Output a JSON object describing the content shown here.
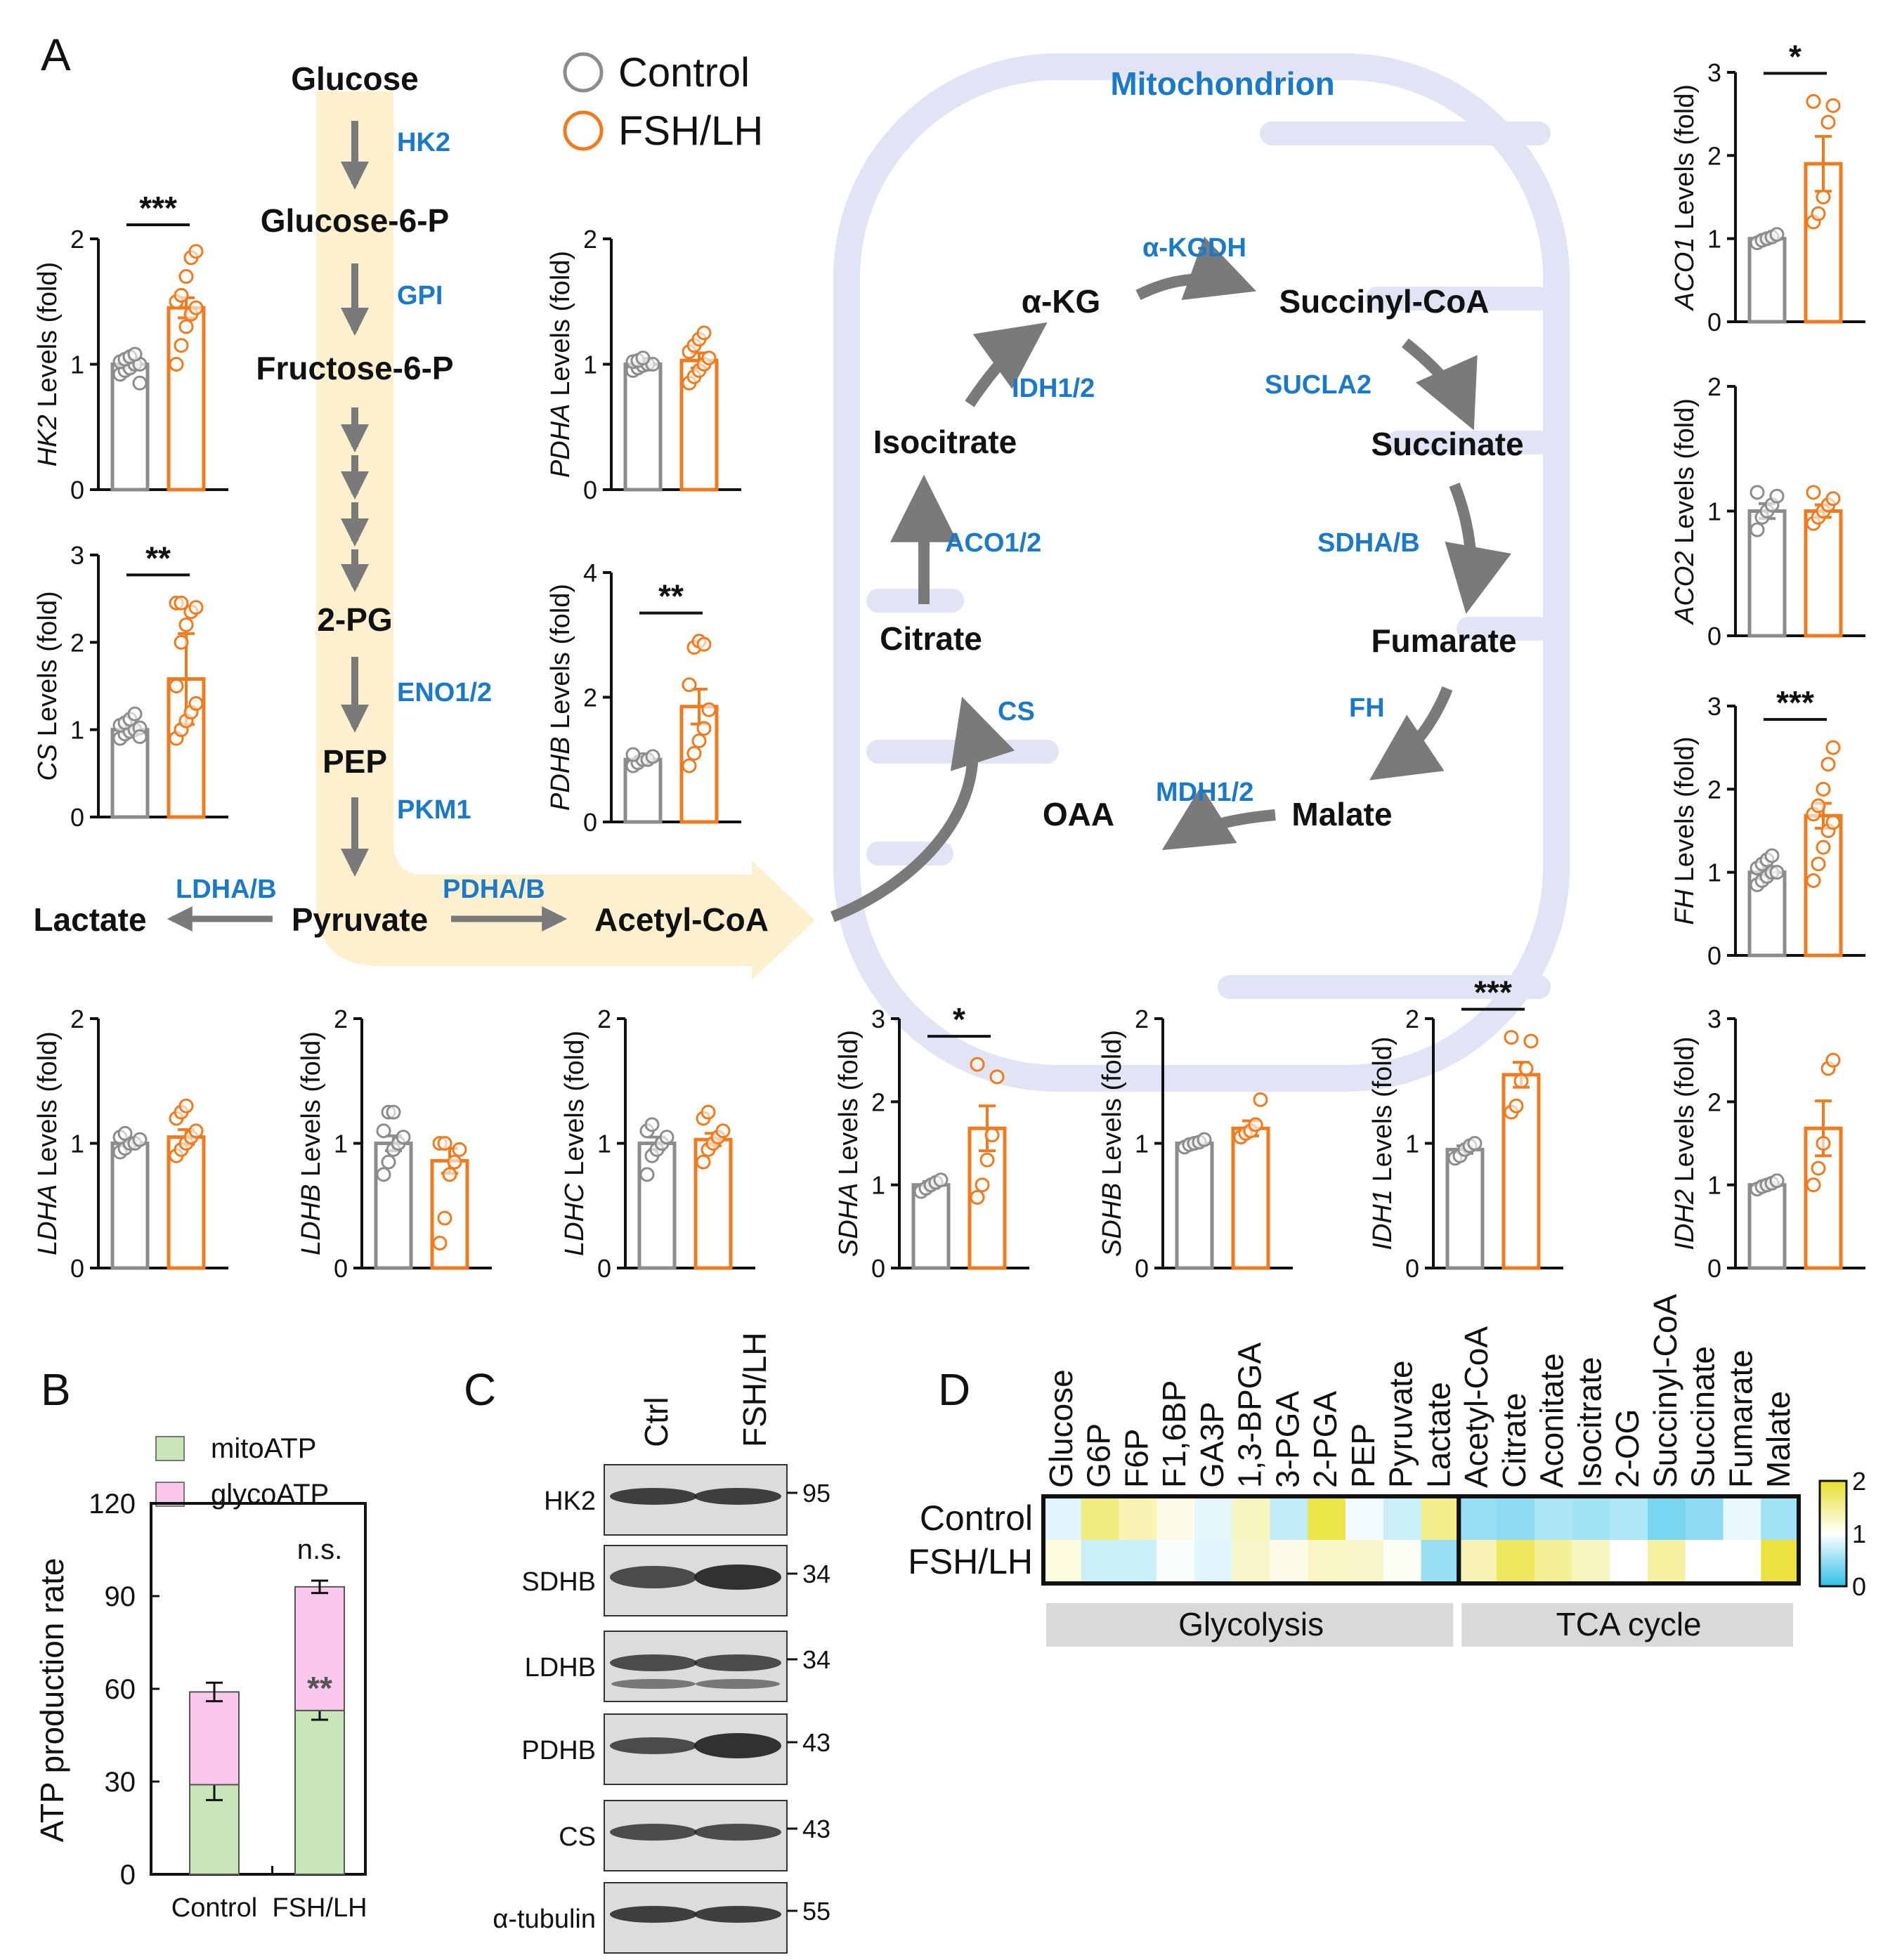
{
  "panels": {
    "a": "A",
    "b": "B",
    "c": "C",
    "d": "D"
  },
  "legend": {
    "control": "Control",
    "fsh": "FSH/LH"
  },
  "colors": {
    "control": "#8c8c8c",
    "fsh": "#f07a1e",
    "enzyme": "#1a7ac8",
    "mito_atp": "#c8e6b8",
    "glyco_atp": "#fac8ec",
    "heat_low": "#2fc0e8",
    "heat_mid": "#ffffff",
    "heat_high": "#e8e02a"
  },
  "pathway": {
    "glucose": "Glucose",
    "hk2": "HK2",
    "g6p": "Glucose-6-P",
    "gpi": "GPI",
    "f6p": "Fructose-6-P",
    "pg2": "2-PG",
    "eno": "ENO1/2",
    "pep": "PEP",
    "pkm1": "PKM1",
    "pyruvate": "Pyruvate",
    "ldh": "LDHA/B",
    "lactate": "Lactate",
    "pdh": "PDHA/B",
    "acetylcoa": "Acetyl-CoA",
    "mito": "Mitochondrion",
    "cs_enz": "CS",
    "citrate": "Citrate",
    "aco": "ACO1/2",
    "isocitrate": "Isocitrate",
    "idh": "IDH1/2",
    "akg": "α-KG",
    "akgdh": "α-KGDH",
    "succinylcoa": "Succinyl-CoA",
    "sucla2": "SUCLA2",
    "succinate": "Succinate",
    "sdh": "SDHA/B",
    "fumarate": "Fumarate",
    "fh_enz": "FH",
    "malate": "Malate",
    "mdh": "MDH1/2",
    "oaa": "OAA"
  },
  "chart_data": [
    {
      "type": "bar",
      "title": "",
      "gene": "HK2",
      "ylabel_suffix": " Levels (fold)",
      "ymax": 2,
      "ticks": [
        0,
        1,
        2
      ],
      "significance": "***",
      "categories": [
        "Control",
        "FSH/LH"
      ],
      "values": [
        1.0,
        1.45
      ],
      "errors": [
        0.03,
        0.08
      ],
      "points": [
        [
          0.92,
          0.95,
          0.97,
          1.0,
          1.0,
          1.02,
          1.04,
          1.06,
          1.08,
          0.85
        ],
        [
          1.0,
          1.15,
          1.3,
          1.4,
          1.45,
          1.5,
          1.55,
          1.7,
          1.85,
          1.9
        ]
      ]
    },
    {
      "type": "bar",
      "title": "",
      "gene": "CS",
      "ylabel_suffix": " Levels (fold)",
      "ymax": 3,
      "ticks": [
        0,
        1,
        2,
        3
      ],
      "significance": "**",
      "categories": [
        "Control",
        "FSH/LH"
      ],
      "values": [
        1.0,
        1.58
      ],
      "errors": [
        0.04,
        0.52
      ],
      "points": [
        [
          0.9,
          0.95,
          0.98,
          1.0,
          1.02,
          1.05,
          1.08,
          1.12,
          1.18,
          0.92
        ],
        [
          0.9,
          1.0,
          1.1,
          1.2,
          1.3,
          1.5,
          2.0,
          2.2,
          2.35,
          2.4,
          2.45,
          2.45
        ]
      ]
    },
    {
      "type": "bar",
      "title": "",
      "gene": "PDHA",
      "ylabel_suffix": " Levels (fold)",
      "ymax": 2,
      "ticks": [
        0,
        1,
        2
      ],
      "significance": "",
      "categories": [
        "Control",
        "FSH/LH"
      ],
      "values": [
        1.0,
        1.03
      ],
      "errors": [
        0.02,
        0.06
      ],
      "points": [
        [
          0.95,
          0.97,
          0.99,
          1.0,
          1.0,
          1.02,
          1.03,
          1.05
        ],
        [
          0.85,
          0.9,
          0.95,
          1.0,
          1.05,
          1.1,
          1.15,
          1.2,
          1.25
        ]
      ]
    },
    {
      "type": "bar",
      "title": "",
      "gene": "PDHB",
      "ylabel_suffix": " Levels (fold)",
      "ymax": 4,
      "ticks": [
        0,
        2,
        4
      ],
      "significance": "**",
      "categories": [
        "Control",
        "FSH/LH"
      ],
      "values": [
        1.0,
        1.85
      ],
      "errors": [
        0.05,
        0.28
      ],
      "points": [
        [
          0.9,
          0.95,
          1.0,
          1.0,
          1.05,
          1.08
        ],
        [
          0.9,
          1.1,
          1.3,
          1.5,
          1.8,
          2.2,
          2.8,
          2.9,
          2.85
        ]
      ]
    },
    {
      "type": "bar",
      "title": "",
      "gene": "ACO1",
      "ylabel_suffix": " Levels (fold)",
      "ymax": 3,
      "ticks": [
        0,
        1,
        2,
        3
      ],
      "significance": "*",
      "categories": [
        "Control",
        "FSH/LH"
      ],
      "values": [
        1.0,
        1.9
      ],
      "errors": [
        0.04,
        0.33
      ],
      "points": [
        [
          0.95,
          0.98,
          1.0,
          1.02,
          1.05
        ],
        [
          1.2,
          1.3,
          1.5,
          2.4,
          2.6,
          2.65
        ]
      ]
    },
    {
      "type": "bar",
      "title": "",
      "gene": "ACO2",
      "ylabel_suffix": " Levels (fold)",
      "ymax": 2,
      "ticks": [
        0,
        1,
        2
      ],
      "significance": "",
      "categories": [
        "Control",
        "FSH/LH"
      ],
      "values": [
        1.0,
        1.0
      ],
      "errors": [
        0.06,
        0.05
      ],
      "points": [
        [
          0.85,
          0.95,
          1.0,
          1.05,
          1.12,
          1.15
        ],
        [
          0.9,
          0.95,
          1.0,
          1.05,
          1.1,
          1.15
        ]
      ]
    },
    {
      "type": "bar",
      "title": "",
      "gene": "FH",
      "ylabel_suffix": " Levels (fold)",
      "ymax": 3,
      "ticks": [
        0,
        1,
        2,
        3
      ],
      "significance": "***",
      "categories": [
        "Control",
        "FSH/LH"
      ],
      "values": [
        1.0,
        1.68
      ],
      "errors": [
        0.05,
        0.15
      ],
      "points": [
        [
          0.85,
          0.9,
          0.95,
          1.0,
          1.0,
          1.05,
          1.1,
          1.15,
          1.2
        ],
        [
          0.9,
          1.1,
          1.3,
          1.5,
          1.6,
          1.7,
          1.8,
          2.0,
          2.3,
          2.5
        ]
      ]
    },
    {
      "type": "bar",
      "title": "",
      "gene": "LDHA",
      "ylabel_suffix": " Levels (fold)",
      "ymax": 2,
      "ticks": [
        0,
        1,
        2
      ],
      "significance": "",
      "categories": [
        "Control",
        "FSH/LH"
      ],
      "values": [
        1.0,
        1.05
      ],
      "errors": [
        0.02,
        0.06
      ],
      "points": [
        [
          0.93,
          0.96,
          1.0,
          1.0,
          1.03,
          1.05,
          1.08
        ],
        [
          0.9,
          0.95,
          1.0,
          1.05,
          1.1,
          1.2,
          1.25,
          1.3
        ]
      ]
    },
    {
      "type": "bar",
      "title": "",
      "gene": "LDHB",
      "ylabel_suffix": " Levels (fold)",
      "ymax": 2,
      "ticks": [
        0,
        1,
        2
      ],
      "significance": "",
      "categories": [
        "Control",
        "FSH/LH"
      ],
      "values": [
        1.0,
        0.86
      ],
      "errors": [
        0.06,
        0.1
      ],
      "points": [
        [
          0.75,
          0.85,
          0.95,
          1.0,
          1.05,
          1.1,
          1.25,
          1.25
        ],
        [
          0.2,
          0.4,
          0.75,
          0.85,
          0.95,
          1.0,
          1.0
        ]
      ]
    },
    {
      "type": "bar",
      "title": "",
      "gene": "LDHC",
      "ylabel_suffix": " Levels (fold)",
      "ymax": 2,
      "ticks": [
        0,
        1,
        2
      ],
      "significance": "",
      "categories": [
        "Control",
        "FSH/LH"
      ],
      "values": [
        1.0,
        1.03
      ],
      "errors": [
        0.05,
        0.05
      ],
      "points": [
        [
          0.75,
          0.9,
          0.95,
          1.0,
          1.05,
          1.1,
          1.15
        ],
        [
          0.85,
          0.95,
          1.0,
          1.05,
          1.1,
          1.2,
          1.25
        ]
      ]
    },
    {
      "type": "bar",
      "title": "",
      "gene": "SDHA",
      "ylabel_suffix": " Levels (fold)",
      "ymax": 3,
      "ticks": [
        0,
        1,
        2,
        3
      ],
      "significance": "*",
      "categories": [
        "Control",
        "FSH/LH"
      ],
      "values": [
        1.0,
        1.68
      ],
      "errors": [
        0.04,
        0.27
      ],
      "points": [
        [
          0.92,
          0.96,
          1.0,
          1.03,
          1.06
        ],
        [
          0.85,
          1.0,
          1.3,
          1.6,
          2.3,
          2.45
        ]
      ]
    },
    {
      "type": "bar",
      "title": "",
      "gene": "SDHB",
      "ylabel_suffix": " Levels (fold)",
      "ymax": 2,
      "ticks": [
        0,
        1,
        2
      ],
      "significance": "",
      "categories": [
        "Control",
        "FSH/LH"
      ],
      "values": [
        1.0,
        1.12
      ],
      "errors": [
        0.02,
        0.06
      ],
      "points": [
        [
          0.97,
          0.99,
          1.0,
          1.01,
          1.03
        ],
        [
          1.05,
          1.08,
          1.1,
          1.15,
          1.35
        ]
      ]
    },
    {
      "type": "bar",
      "title": "",
      "gene": "IDH1",
      "ylabel_suffix": " Levels (fold)",
      "ymax": 2,
      "ticks": [
        0,
        1,
        2
      ],
      "significance": "***",
      "categories": [
        "Control",
        "FSH/LH"
      ],
      "values": [
        0.95,
        1.55
      ],
      "errors": [
        0.03,
        0.1
      ],
      "points": [
        [
          0.88,
          0.9,
          0.95,
          0.98,
          1.0
        ],
        [
          1.25,
          1.3,
          1.5,
          1.6,
          1.82,
          1.85
        ]
      ]
    },
    {
      "type": "bar",
      "title": "",
      "gene": "IDH2",
      "ylabel_suffix": " Levels (fold)",
      "ymax": 3,
      "ticks": [
        0,
        1,
        2,
        3
      ],
      "significance": "",
      "categories": [
        "Control",
        "FSH/LH"
      ],
      "values": [
        1.0,
        1.68
      ],
      "errors": [
        0.03,
        0.33
      ],
      "points": [
        [
          0.95,
          0.98,
          1.0,
          1.02,
          1.05
        ],
        [
          1.0,
          1.2,
          1.5,
          2.4,
          2.5
        ]
      ]
    },
    {
      "type": "bar",
      "title": "",
      "ylabel": "ATP production rate",
      "stacked": true,
      "ymax": 120,
      "ticks": [
        0,
        30,
        60,
        90,
        120
      ],
      "categories": [
        "Control",
        "FSH/LH"
      ],
      "series": [
        {
          "name": "mitoATP",
          "values": [
            29,
            53
          ],
          "errors": [
            5,
            3
          ]
        },
        {
          "name": "glycoATP",
          "values": [
            30,
            40
          ],
          "errors": [
            3,
            2
          ]
        }
      ],
      "annotations": {
        "above_fsh": "n.s.",
        "inside_fsh_mito": "**"
      }
    },
    {
      "type": "heatmap",
      "title": "",
      "columns": [
        "Glucose",
        "G6P",
        "F6P",
        "F1,6BP",
        "GA3P",
        "1,3-BPGA",
        "3-PGA",
        "2-PGA",
        "PEP",
        "Pyruvate",
        "Lactate",
        "Acetyl-CoA",
        "Citrate",
        "Aconitate",
        "Isocitrate",
        "2-OG",
        "Succinyl-CoA",
        "Succinate",
        "Fumarate",
        "Malate"
      ],
      "rows": [
        "Control",
        "FSH/LH"
      ],
      "values": [
        [
          0.85,
          1.6,
          1.35,
          1.1,
          0.88,
          1.3,
          0.7,
          1.85,
          0.93,
          0.75,
          1.55,
          0.5,
          0.45,
          0.6,
          0.55,
          0.62,
          0.35,
          0.45,
          0.9,
          0.55
        ],
        [
          1.15,
          0.75,
          0.75,
          0.97,
          0.85,
          1.25,
          1.1,
          1.28,
          1.25,
          1.05,
          0.5,
          1.35,
          1.75,
          1.5,
          1.3,
          1.0,
          1.45,
          1.0,
          1.0,
          1.9
        ]
      ],
      "groups": [
        {
          "label": "Glycolysis",
          "from": 0,
          "to": 10
        },
        {
          "label": "TCA cycle",
          "from": 11,
          "to": 19
        }
      ],
      "colorbar": {
        "min": 0,
        "mid": 1,
        "max": 2,
        "ticks": [
          "0",
          "1",
          "2"
        ]
      }
    }
  ],
  "panel_b": {
    "legend_mito": "mitoATP",
    "legend_glyco": "glycoATP",
    "ylabel": "ATP production rate"
  },
  "panel_c": {
    "lanes": [
      "Ctrl",
      "FSH/LH"
    ],
    "proteins": [
      "HK2",
      "SDHB",
      "LDHB",
      "PDHB",
      "CS",
      "α-tubulin"
    ],
    "markers": [
      "95",
      "34",
      "34",
      "43",
      "43",
      "55"
    ]
  }
}
